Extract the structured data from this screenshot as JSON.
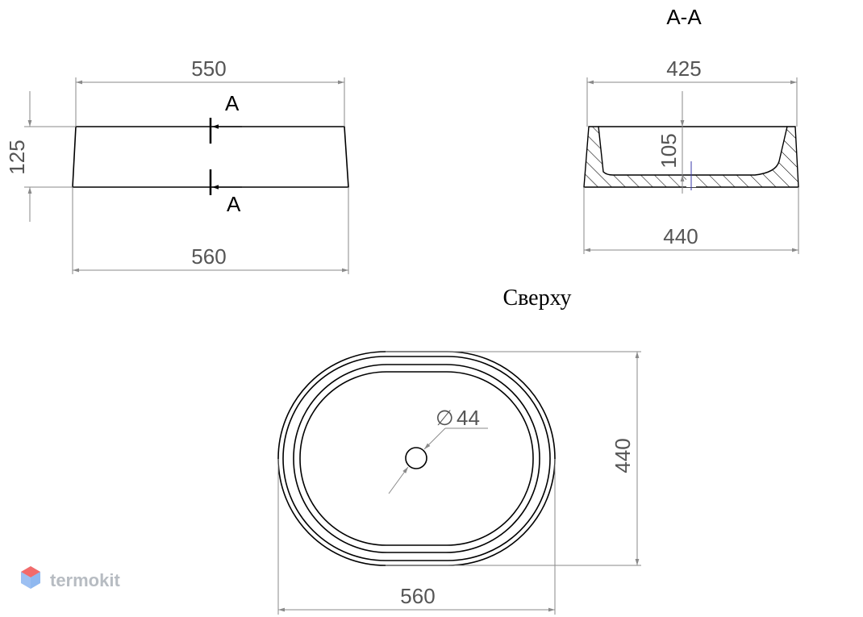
{
  "front_view": {
    "top_width": "550",
    "bottom_width": "560",
    "height": "125",
    "section_mark_top": "A",
    "section_mark_bottom": "A"
  },
  "section_view": {
    "title": "A-A",
    "top_width": "425",
    "bottom_width": "440",
    "depth": "105"
  },
  "top_view": {
    "title": "Сверху",
    "drain_diameter": "44",
    "diameter_symbol": "∅",
    "length": "560",
    "width": "440"
  },
  "watermark": {
    "text": "termokit",
    "colors": [
      "#f26b6b",
      "#8fb8f0",
      "#c9d7ee"
    ]
  }
}
